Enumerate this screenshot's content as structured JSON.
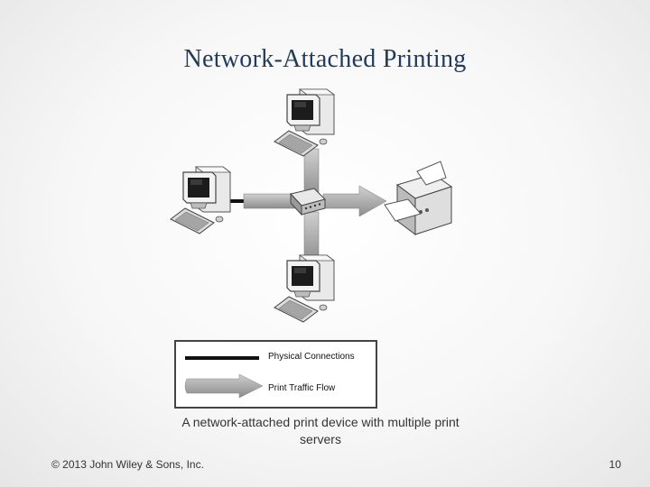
{
  "slide": {
    "title": "Network-Attached Printing",
    "caption": "A network-attached print device with multiple print servers",
    "copyright": "© 2013 John Wiley & Sons, Inc.",
    "page_number": "10"
  },
  "legend": {
    "physical_label": "Physical Connections",
    "traffic_label": "Print Traffic Flow"
  },
  "diagram": {
    "nodes": [
      {
        "id": "computer-top",
        "icon": "desktop-computer-icon"
      },
      {
        "id": "computer-left",
        "icon": "desktop-computer-icon"
      },
      {
        "id": "computer-bottom",
        "icon": "desktop-computer-icon"
      },
      {
        "id": "hub",
        "icon": "network-hub-icon"
      },
      {
        "id": "printer",
        "icon": "printer-icon"
      }
    ]
  }
}
